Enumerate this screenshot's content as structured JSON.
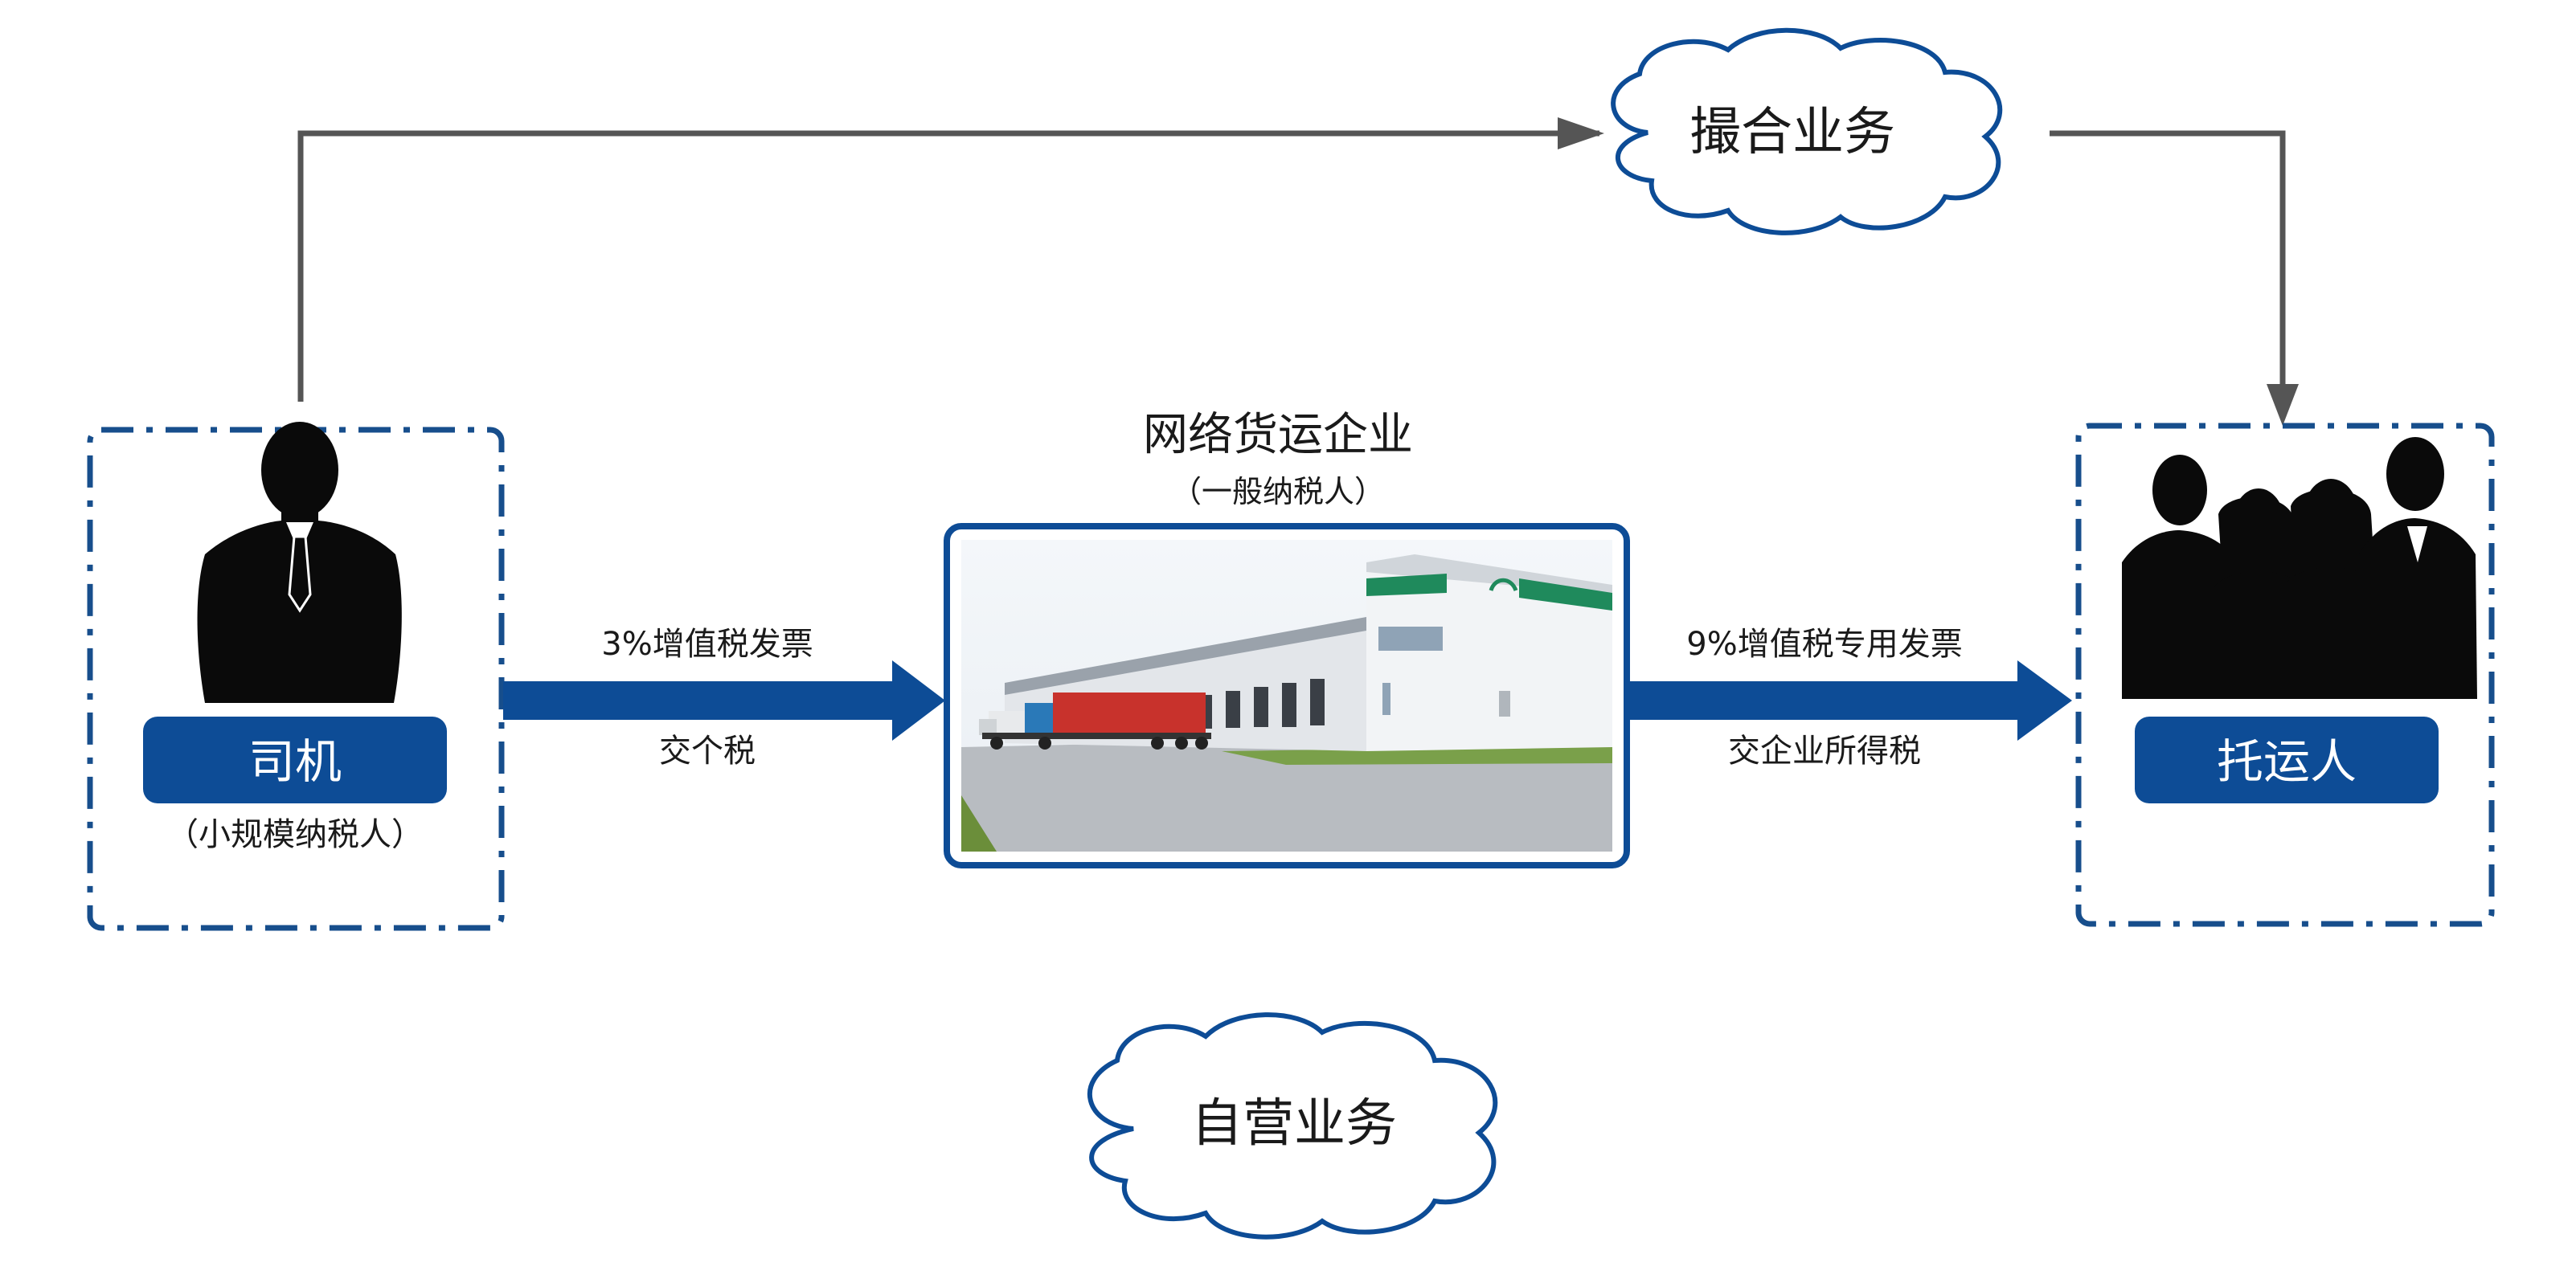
{
  "matching_business": {
    "label": "撮合业务"
  },
  "self_business": {
    "label": "自营业务"
  },
  "platform": {
    "title": "网络货运企业",
    "subtitle": "（一般纳税人）"
  },
  "driver": {
    "label": "司机",
    "subtitle": "（小规模纳税人）"
  },
  "shipper": {
    "label": "托运人"
  },
  "flow_left": {
    "top_label": "3%增值税发票",
    "bottom_label": "交个税"
  },
  "flow_right": {
    "top_label": "9%增值税专用发票",
    "bottom_label": "交企业所得税"
  },
  "colors": {
    "accent_blue": "#0d4c96",
    "dashed_blue": "#174e8c",
    "line_dark": "#555555",
    "silhouette": "#0a0a0a"
  }
}
